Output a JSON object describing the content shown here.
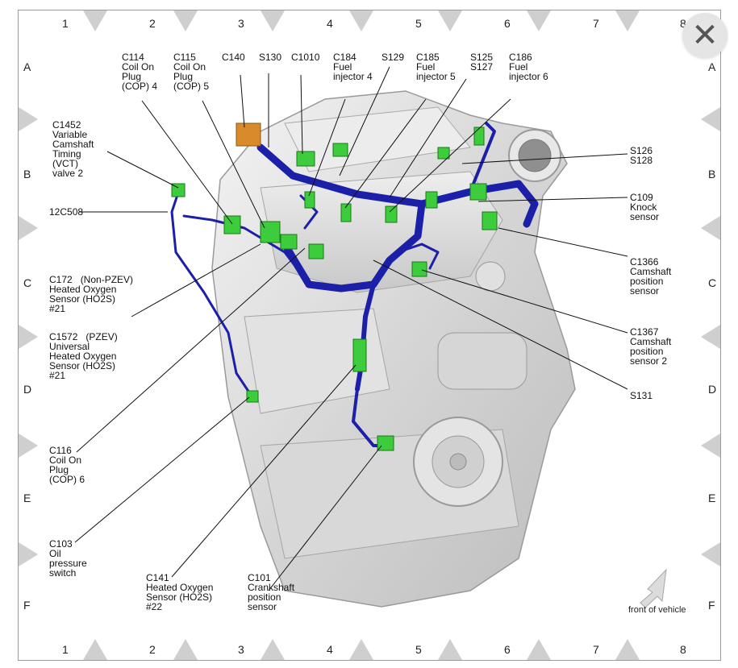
{
  "columns": [
    "1",
    "2",
    "3",
    "4",
    "5",
    "6",
    "7",
    "8"
  ],
  "rows": [
    "A",
    "B",
    "C",
    "D",
    "E",
    "F"
  ],
  "labels": {
    "c114": "C114\nCoil On\nPlug\n(COP) 4",
    "c115": "C115\nCoil On\nPlug\n(COP) 5",
    "c140": "C140",
    "s130": "S130",
    "c1010": "C1010",
    "c184": "C184\nFuel\ninjector 4",
    "s129": "S129",
    "c185": "C185\nFuel\ninjector 5",
    "s125": "S125\nS127",
    "c186": "C186\nFuel\ninjector 6",
    "c1452": "C1452\nVariable\nCamshaft\nTiming\n(VCT)\nvalve 2",
    "c12c508": "12C508",
    "c172": "C172   (Non-PZEV)\nHeated Oxygen\nSensor (HO2S)\n#21",
    "c1572": "C1572   (PZEV)\nUniversal\nHeated Oxygen\nSensor (HO2S)\n#21",
    "c116": "C116\nCoil On\nPlug\n(COP) 6",
    "c103": "C103\nOil\npressure\nswitch",
    "c141": "C141\nHeated Oxygen\nSensor (HO2S)\n#22",
    "c101": "C101\nCrankshaft\nposition\nsensor",
    "s126": "S126\nS128",
    "c109": "C109\nKnock\nsensor",
    "c1366": "C1366\nCamshaft\nposition\nsensor",
    "c1367": "C1367\nCamshaft\nposition\nsensor 2",
    "s131": "S131",
    "front_of_vehicle": "front of vehicle"
  },
  "colors": {
    "harness": "#1c1fa8",
    "connector": "#3ccc3c",
    "c140_connector": "#d98b2b",
    "engine": "#dcdcdc",
    "leader": "#111111"
  },
  "icons": {
    "close": "close-icon",
    "front_arrow": "arrow-icon"
  },
  "close_symbol": "✕"
}
